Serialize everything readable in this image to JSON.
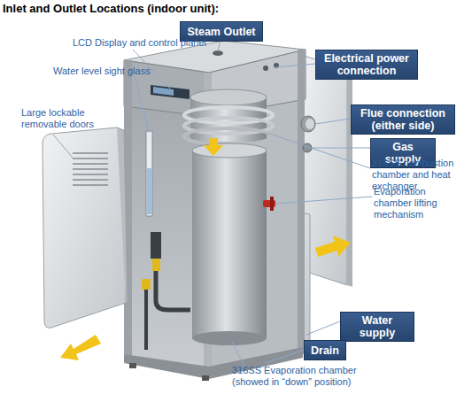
{
  "diagram": {
    "title": "Inlet and Outlet Locations (indoor unit):",
    "nodes": [
      {
        "text": [
          "Steam Outlet"
        ]
      },
      {
        "text": [
          "Electrical power connection"
        ]
      },
      {
        "text": [
          "Flue connection (either side)"
        ]
      },
      {
        "text": [
          "Gas supply"
        ]
      },
      {
        "text": [
          "Water supply"
        ]
      },
      {
        "text": [
          "Drain"
        ]
      }
    ],
    "labels": [
      "LCD Display and control planel",
      "Water level sight glass",
      "Large lockable removable doors",
      "316SS combustion chamber and heat exchanger",
      "Evaporation chamber lifting mechanism",
      "316SS Evaporation chamber (showed in “down” position)"
    ]
  }
}
